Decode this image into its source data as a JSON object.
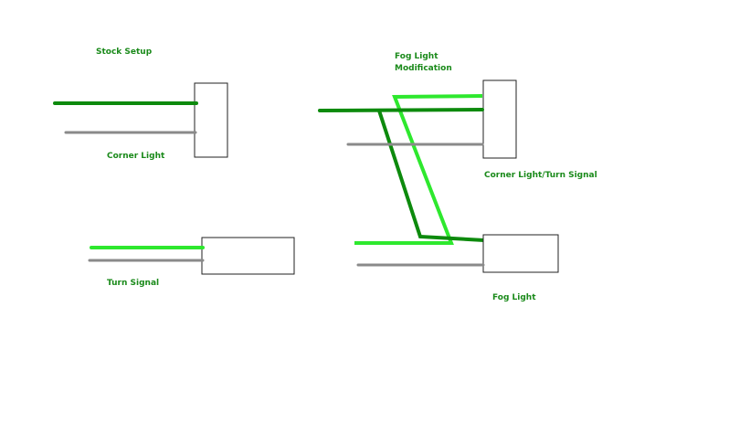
{
  "colors": {
    "dark_green": "#0d8a0d",
    "bright_green": "#2ee82e",
    "gray": "#8a8a8a",
    "label_green": "#1a8a1a",
    "box_stroke": "#222222"
  },
  "left_section": {
    "title": "Stock Setup",
    "corner_light_label": "Corner Light",
    "turn_signal_label": "Turn Signal"
  },
  "right_section": {
    "title_line1": "Fog Light",
    "title_line2": "Modification",
    "corner_turn_label": "Corner Light/Turn Signal",
    "fog_light_label": "Fog Light"
  }
}
